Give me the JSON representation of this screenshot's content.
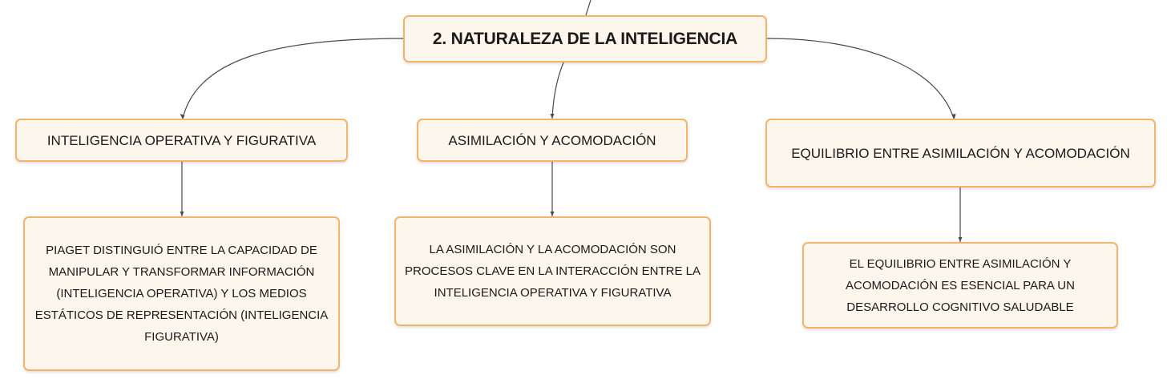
{
  "root": {
    "label": "2. NATURALEZA DE LA INTELIGENCIA"
  },
  "branches": [
    {
      "label": "INTELIGENCIA OPERATIVA Y FIGURATIVA",
      "detail": "PIAGET DISTINGUIÓ ENTRE LA CAPACIDAD DE MANIPULAR Y TRANSFORMAR INFORMACIÓN (INTELIGENCIA OPERATIVA) Y LOS MEDIOS ESTÁTICOS DE REPRESENTACIÓN (INTELIGENCIA FIGURATIVA)"
    },
    {
      "label": "ASIMILACIÓN Y ACOMODACIÓN",
      "detail": "LA ASIMILACIÓN Y LA ACOMODACIÓN SON PROCESOS CLAVE EN LA INTERACCIÓN ENTRE LA INTELIGENCIA OPERATIVA Y FIGURATIVA"
    },
    {
      "label": "EQUILIBRIO ENTRE ASIMILACIÓN Y ACOMODACIÓN",
      "detail": "EL EQUILIBRIO ENTRE ASIMILACIÓN Y ACOMODACIÓN ES ESENCIAL PARA UN DESARROLLO COGNITIVO SALUDABLE"
    }
  ],
  "colors": {
    "node_fill": "#fdf6ec",
    "node_border": "#f4b36a",
    "connector": "#4a4a4a",
    "text": "#1a1a1a"
  }
}
